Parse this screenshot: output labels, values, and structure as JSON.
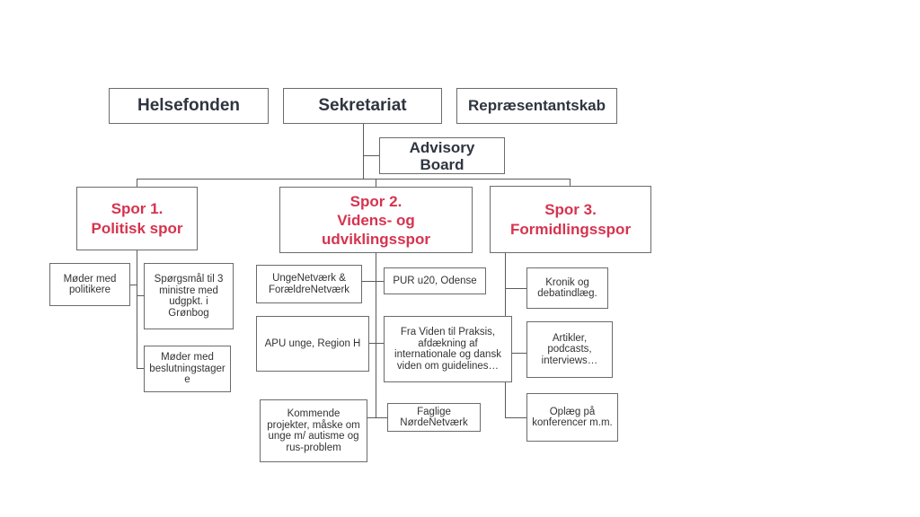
{
  "top_boxes": {
    "helsefonden": "Helsefonden",
    "sekretariat": "Sekretariat",
    "repraesentantskab": "Repræsentantskab"
  },
  "advisory_board": "Advisory\nBoard",
  "accent_color": "#d6334f",
  "spor": [
    {
      "label": "Spor 1.\nPolitisk spor"
    },
    {
      "label": "Spor 2.\nVidens- og\nudviklingsspor"
    },
    {
      "label": "Spor 3.\nFormidlingsspor"
    }
  ],
  "spor1_items": [
    "Møder med\npolitikere",
    "Spørgsmål til 3\nministre med\nudgpkt. i\nGrønbog",
    "Møder med\nbeslutningstager\ne"
  ],
  "spor2_left": [
    "UngeNetværk &\nForældreNetværk",
    "APU unge,  Region H",
    "Kommende\nprojekter, måske om\nunge m/ autisme og\nrus-problem"
  ],
  "spor2_right": [
    "PUR u20, Odense",
    "Fra Viden til Praksis,\nafdækning af\ninternationale  og dansk\nviden om guidelines…",
    "Faglige\nNørdeNetværk"
  ],
  "spor3_items": [
    "Kronik og\ndebatindlæg.",
    "Artikler,\npodcasts,\ninterviews…",
    "Oplæg på\nkonferencer m.m."
  ]
}
